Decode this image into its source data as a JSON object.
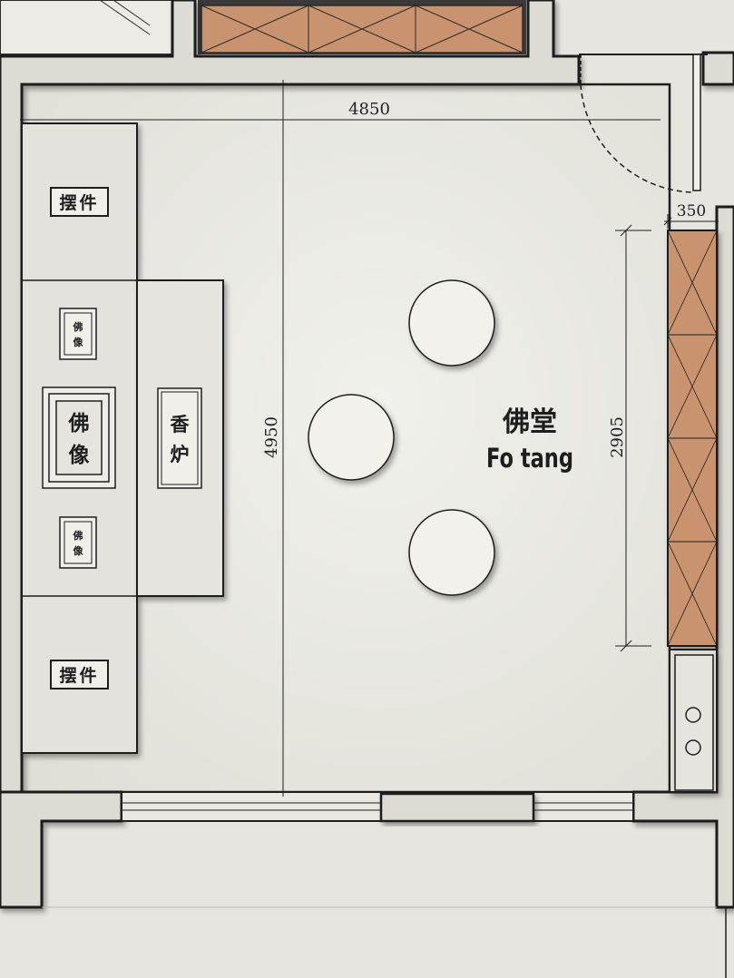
{
  "room": {
    "name_cn": "佛堂",
    "name_en": "Fo tang"
  },
  "furniture": {
    "ornament_top": "摆件",
    "ornament_bottom": "摆件",
    "buddha_small_top": [
      "佛",
      "像"
    ],
    "buddha_main": [
      "佛",
      "像"
    ],
    "buddha_small_bottom": [
      "佛",
      "像"
    ],
    "incense_burner": [
      "香",
      "炉"
    ]
  },
  "dimensions": {
    "width": "4850",
    "depth": "4950",
    "cabinet_length": "2905",
    "door_offset": "350"
  },
  "colors": {
    "wall": "#2a2a2a",
    "floor": "#e9e8e2",
    "wood": "#c9936f",
    "line": "#1e1e1e"
  }
}
